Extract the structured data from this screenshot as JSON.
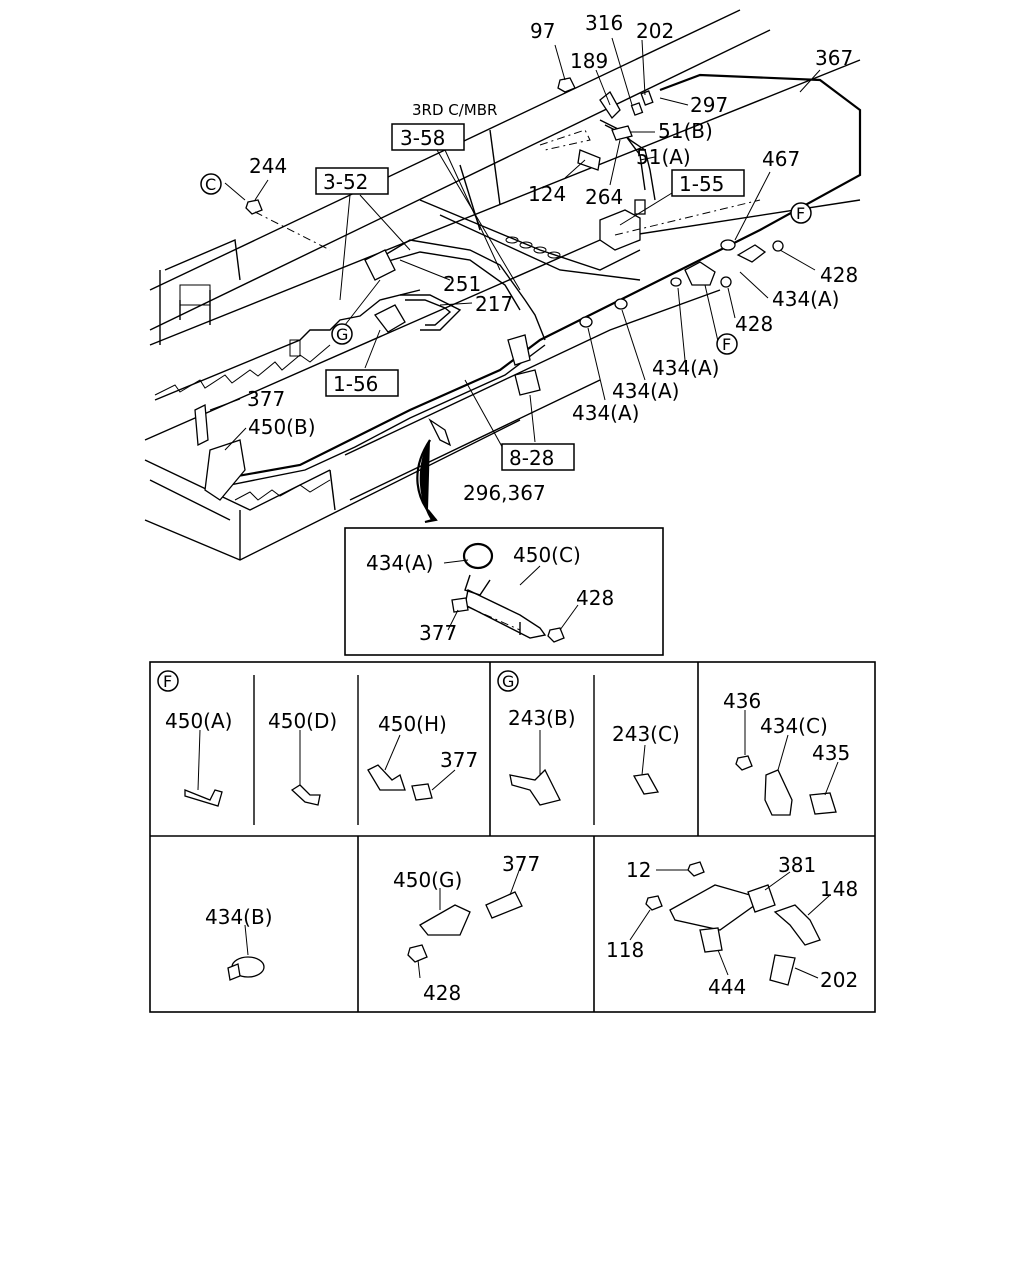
{
  "main": {
    "callouts": [
      {
        "id": "c97",
        "text": "97"
      },
      {
        "id": "c316",
        "text": "316"
      },
      {
        "id": "c202",
        "text": "202"
      },
      {
        "id": "c189",
        "text": "189"
      },
      {
        "id": "c367",
        "text": "367"
      },
      {
        "id": "c297",
        "text": "297"
      },
      {
        "id": "c51b",
        "text": "51(B)"
      },
      {
        "id": "c51a",
        "text": "51(A)"
      },
      {
        "id": "c124",
        "text": "124"
      },
      {
        "id": "c264",
        "text": "264"
      },
      {
        "id": "c467",
        "text": "467"
      },
      {
        "id": "c244",
        "text": "244"
      },
      {
        "id": "c251",
        "text": "251"
      },
      {
        "id": "c217",
        "text": "217"
      },
      {
        "id": "c428a",
        "text": "428"
      },
      {
        "id": "c434a1",
        "text": "434(A)"
      },
      {
        "id": "c428b",
        "text": "428"
      },
      {
        "id": "c434a2",
        "text": "434(A)"
      },
      {
        "id": "c434a3",
        "text": "434(A)"
      },
      {
        "id": "c434a4",
        "text": "434(A)"
      },
      {
        "id": "c377",
        "text": "377"
      },
      {
        "id": "c450b",
        "text": "450(B)"
      },
      {
        "id": "c296",
        "text": "296,367"
      },
      {
        "id": "c3rd",
        "text": "3RD C/MBR"
      }
    ],
    "ref_boxes": [
      {
        "id": "r358",
        "text": "3-58"
      },
      {
        "id": "r352",
        "text": "3-52"
      },
      {
        "id": "r155",
        "text": "1-55"
      },
      {
        "id": "r156",
        "text": "1-56"
      },
      {
        "id": "r828",
        "text": "8-28"
      }
    ],
    "circle_markers": [
      {
        "id": "mC",
        "text": "C"
      },
      {
        "id": "mG",
        "text": "G"
      },
      {
        "id": "mF1",
        "text": "F"
      },
      {
        "id": "mF2",
        "text": "F"
      }
    ]
  },
  "detail_inset": {
    "labels": [
      "434(A)",
      "450(C)",
      "428",
      "377"
    ]
  },
  "grid": {
    "markers": [
      "F",
      "G"
    ],
    "cells": {
      "f_450a": "450(A)",
      "f_450d": "450(D)",
      "f_450h": "450(H)",
      "f_377": "377",
      "g_243b": "243(B)",
      "g_243c": "243(C)",
      "x_436": "436",
      "x_434c": "434(C)",
      "x_435": "435",
      "b_434b": "434(B)",
      "b_450g": "450(G)",
      "b_377": "377",
      "b_428": "428",
      "s_12": "12",
      "s_381": "381",
      "s_148": "148",
      "s_118": "118",
      "s_444": "444",
      "s_202": "202"
    }
  }
}
